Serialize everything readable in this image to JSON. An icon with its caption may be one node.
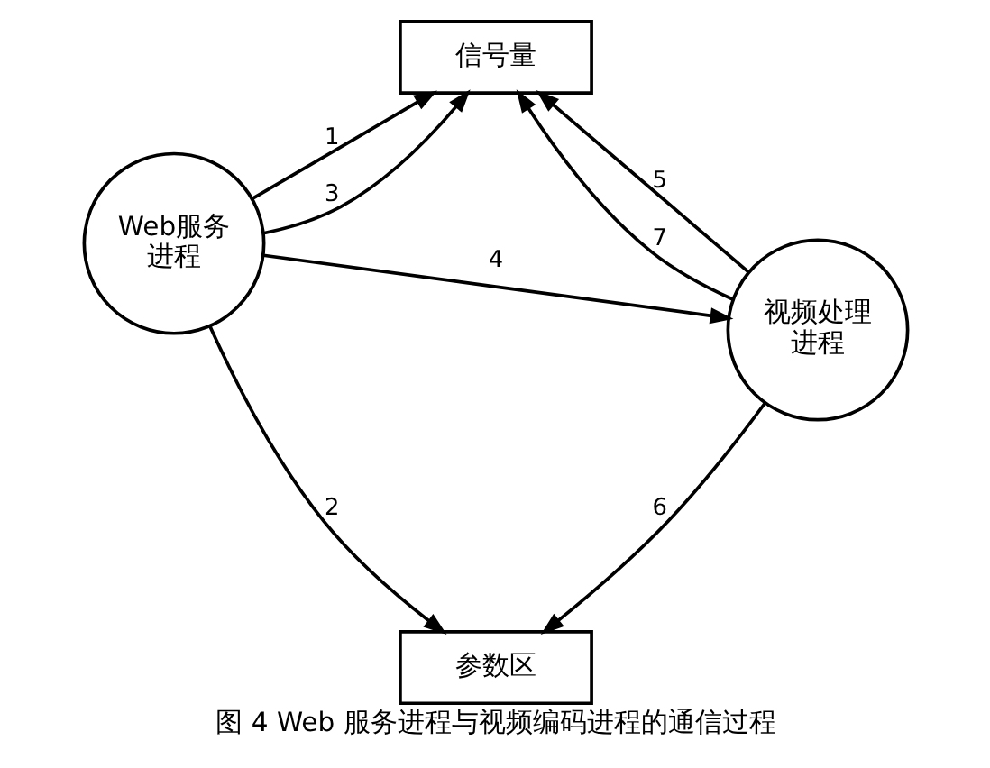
{
  "diagram": {
    "caption": "图 4 Web 服务进程与视频编码进程的通信过程",
    "nodes": [
      {
        "text": [
          "信号量"
        ]
      },
      {
        "text": [
          "Web服务进程"
        ]
      },
      {
        "text": [
          "视频处理进程"
        ]
      },
      {
        "text": [
          "参数区"
        ]
      }
    ],
    "edges": [
      {
        "from": 1,
        "to": 0,
        "arrow": "to",
        "label": "1"
      },
      {
        "from": 1,
        "to": 3,
        "arrow": "to",
        "label": "2"
      },
      {
        "from": 1,
        "to": 0,
        "arrow": "to",
        "label": "3"
      },
      {
        "from": 1,
        "to": 2,
        "arrow": "to",
        "label": "4"
      },
      {
        "from": 2,
        "to": 0,
        "arrow": "to",
        "label": "5"
      },
      {
        "from": 2,
        "to": 3,
        "arrow": "to",
        "label": "6"
      },
      {
        "from": 2,
        "to": 0,
        "arrow": "to",
        "label": "7"
      }
    ]
  }
}
